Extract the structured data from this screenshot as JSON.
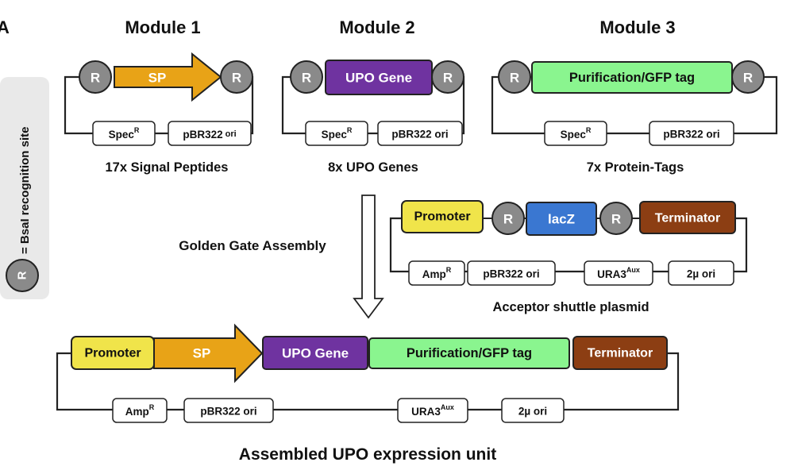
{
  "panel_letter": "A",
  "legend": {
    "symbol": "R",
    "text": "= BsaI recognition site"
  },
  "modules": [
    {
      "title": "Module 1",
      "insert": "SP",
      "left_site": "R",
      "right_site": "R",
      "markers": [
        {
          "base": "Spec",
          "sup": "R"
        },
        {
          "base": "pBR322",
          "sub": "ori"
        }
      ],
      "caption": "17x Signal Peptides"
    },
    {
      "title": "Module 2",
      "insert": "UPO Gene",
      "left_site": "R",
      "right_site": "R",
      "markers": [
        {
          "base": "Spec",
          "sup": "R"
        },
        {
          "base": "pBR322 ori",
          "sub": ""
        }
      ],
      "caption": "8x UPO Genes"
    },
    {
      "title": "Module 3",
      "insert": "Purification/GFP tag",
      "left_site": "R",
      "right_site": "R",
      "markers": [
        {
          "base": "Spec",
          "sup": "R"
        },
        {
          "base": "pBR322 ori",
          "sub": ""
        }
      ],
      "caption": "7x Protein-Tags"
    }
  ],
  "process": {
    "label": "Golden Gate Assembly"
  },
  "acceptor": {
    "promoter": "Promoter",
    "site1": "R",
    "insert": "lacZ",
    "site2": "R",
    "terminator": "Terminator",
    "markers": [
      {
        "base": "Amp",
        "sup": "R"
      },
      {
        "base": "pBR322 ori",
        "sup": ""
      },
      {
        "base": "URA3",
        "sup": "Aux"
      },
      {
        "base": "2µ ori",
        "sup": ""
      }
    ],
    "caption": "Acceptor shuttle plasmid"
  },
  "assembled": {
    "promoter": "Promoter",
    "sp": "SP",
    "upo": "UPO Gene",
    "tag": "Purification/GFP tag",
    "terminator": "Terminator",
    "markers": [
      {
        "base": "Amp",
        "sup": "R"
      },
      {
        "base": "pBR322 ori",
        "sup": ""
      },
      {
        "base": "URA3",
        "sup": "Aux"
      },
      {
        "base": "2µ ori",
        "sup": ""
      }
    ],
    "caption": "Assembled UPO expression unit"
  },
  "colors": {
    "sp_orange": "#E8A317",
    "upo_purple": "#6F33A0",
    "tag_green": "#8AF58F",
    "promoter_yellow": "#F0E44A",
    "lacz_blue": "#3A77D1",
    "terminator_brown": "#8C3E13",
    "site_grey": "#8A8A8A",
    "legend_bg": "#E9E9E9"
  }
}
